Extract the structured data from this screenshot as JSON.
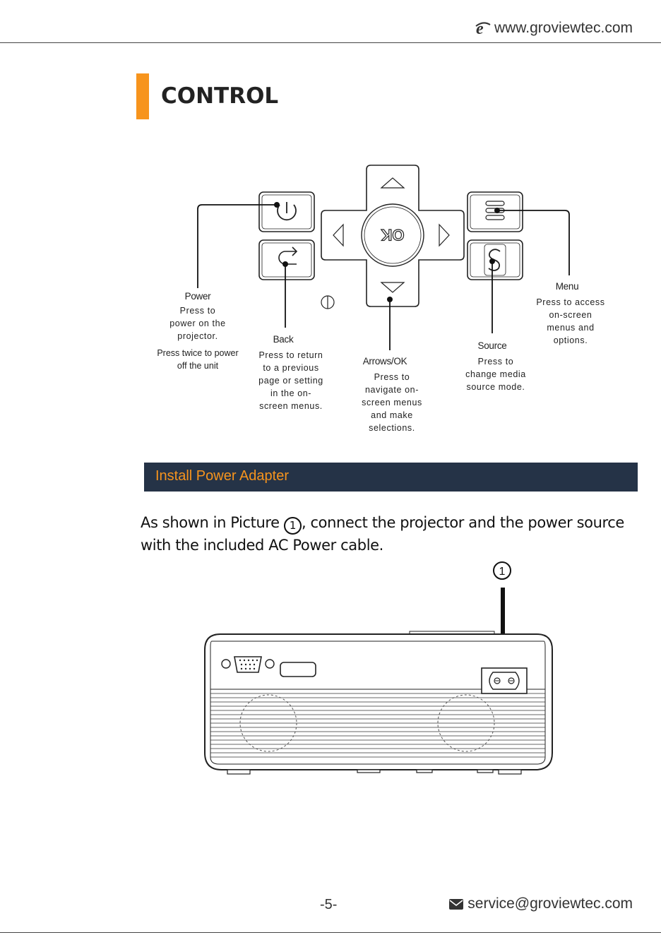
{
  "header": {
    "website": "www.groviewtec.com"
  },
  "section": {
    "title": "CONTROL"
  },
  "controls": {
    "power": {
      "title": "Power",
      "desc": [
        "Press to",
        "power on the",
        "projector."
      ],
      "desc2": [
        "Press twice to power",
        "off the unit"
      ]
    },
    "back": {
      "title": "Back",
      "desc": [
        "Press to return",
        "to a previous",
        "page or setting",
        "in the on-",
        "screen menus."
      ]
    },
    "arrows": {
      "title": "Arrows/OK",
      "desc": [
        "Press to",
        "navigate on-",
        "screen menus",
        "and make",
        "selections."
      ]
    },
    "source": {
      "title": "Source",
      "desc": [
        "Press to",
        "change media",
        "source mode."
      ]
    },
    "menu": {
      "title": "Menu",
      "desc": [
        "Press to access",
        "on-screen",
        "menus and",
        "options."
      ]
    },
    "ok_label": "OK"
  },
  "install": {
    "banner": "Install Power Adapter",
    "para_before": "As shown in Picture ",
    "para_marker": "1",
    "para_after": ", connect the projector and the power source with the included AC Power cable.",
    "picture_marker": "1"
  },
  "footer": {
    "page": "-5-",
    "email": "service@groviewtec.com"
  }
}
